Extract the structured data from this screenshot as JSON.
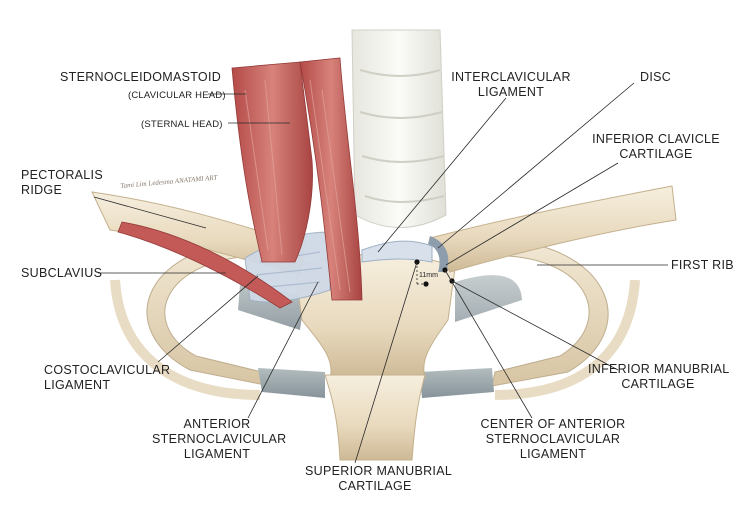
{
  "labels": {
    "scm": {
      "line1": "STERNOCLEIDOMASTOID"
    },
    "clavicular_head": "(CLAVICULAR HEAD)",
    "sternal_head": "(STERNAL HEAD)",
    "pectoralis_ridge": {
      "line1": "PECTORALIS",
      "line2": "RIDGE"
    },
    "subclavius": "SUBCLAVIUS",
    "costoclavicular": {
      "line1": "COSTOCLAVICULAR",
      "line2": "LIGAMENT"
    },
    "anterior_scl": {
      "line1": "ANTERIOR",
      "line2": "STERNOCLAVICULAR",
      "line3": "LIGAMENT"
    },
    "superior_manubrial": {
      "line1": "SUPERIOR MANUBRIAL",
      "line2": "CARTILAGE"
    },
    "interclavicular": {
      "line1": "INTERCLAVICULAR",
      "line2": "LIGAMENT"
    },
    "disc": "DISC",
    "inferior_clavicle": {
      "line1": "INFERIOR CLAVICLE",
      "line2": "CARTILAGE"
    },
    "first_rib": "FIRST RIB",
    "inferior_manubrial": {
      "line1": "INFERIOR MANUBRIAL",
      "line2": "CARTILAGE"
    },
    "center_anterior": {
      "line1": "CENTER OF ANTERIOR",
      "line2": "STERNOCLAVICULAR",
      "line3": "LIGAMENT"
    }
  },
  "measurement": "11mm",
  "signature": "Tami Lim Ledesma  ANATAMI ART",
  "colors": {
    "bone": "#ece0c8",
    "bone_shadow": "#c9b798",
    "muscle": "#c8605c",
    "cartilage": "#9aa5a8",
    "ligament": "#cfd9e6",
    "leader": "#2a2a2a"
  }
}
